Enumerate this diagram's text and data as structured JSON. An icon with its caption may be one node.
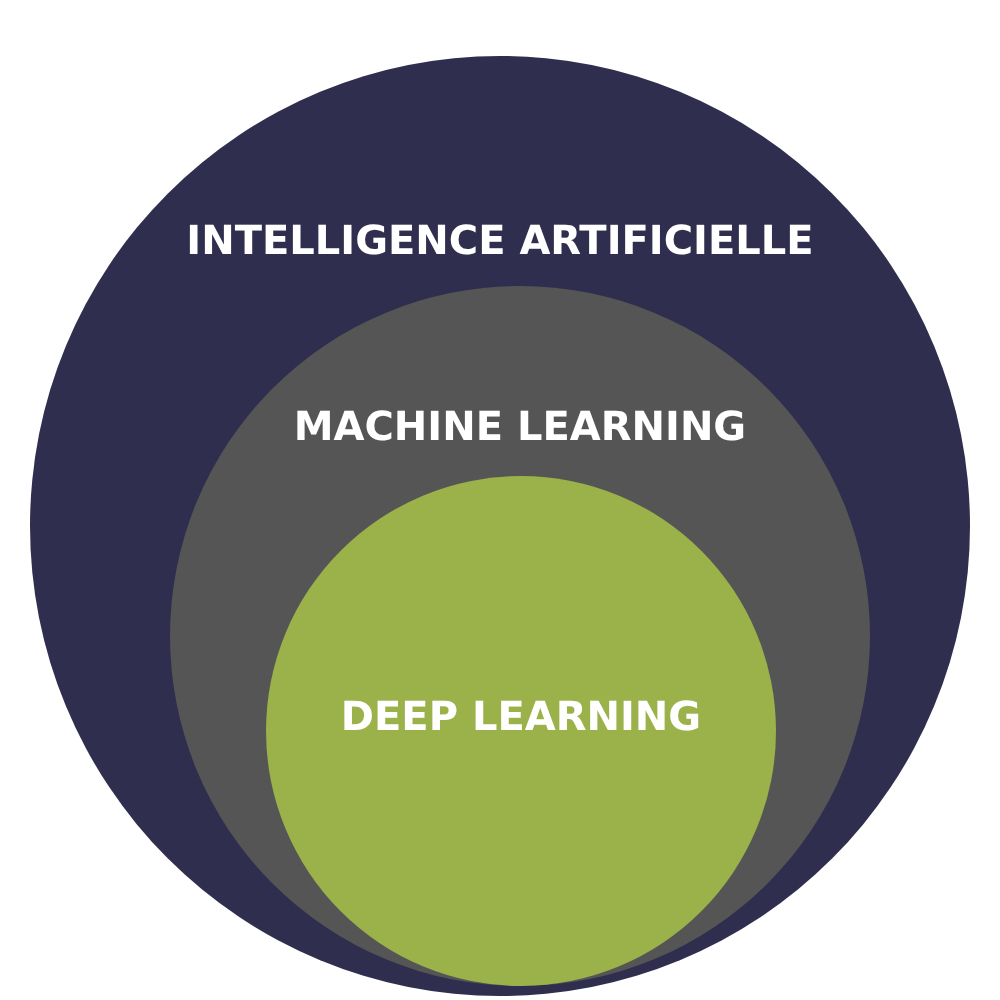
{
  "diagram": {
    "nodes": [
      {
        "text": [
          "INTELLIGENCE ARTIFICIELLE"
        ]
      },
      {
        "text": [
          "MACHINE LEARNING"
        ],
        "in": 0
      },
      {
        "text": [
          "DEEP LEARNING"
        ],
        "in": 1
      }
    ]
  }
}
